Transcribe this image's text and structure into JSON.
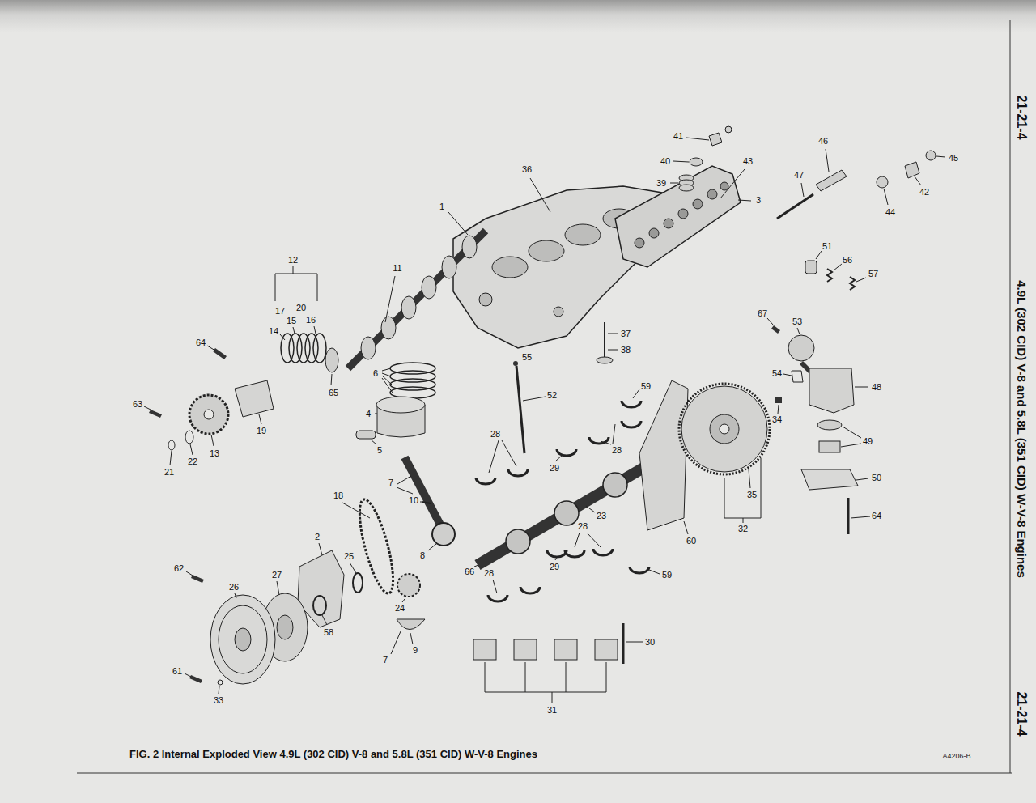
{
  "diagram": {
    "caption": "FIG. 2 Internal Exploded View 4.9L (302 CID) V-8 and 5.8L (351 CID) W-V-8 Engines",
    "labels": [
      "21-21-4",
      "4.9L (302 CID) V-8 and 5.8L (351 CID) W-V-8 Engines",
      "21-21-4",
      "41",
      "40",
      "39",
      "43",
      "3",
      "36",
      "1",
      "46",
      "45",
      "42",
      "47",
      "44",
      "12",
      "11",
      "17",
      "20",
      "15",
      "16",
      "14",
      "51",
      "56",
      "57",
      "67",
      "53",
      "64",
      "65",
      "6",
      "37",
      "38",
      "55",
      "52",
      "59",
      "54",
      "48",
      "34",
      "4",
      "63",
      "19",
      "21",
      "22",
      "13",
      "5",
      "28",
      "28",
      "29",
      "49",
      "50",
      "18",
      "7",
      "10",
      "23",
      "64",
      "32",
      "35",
      "60",
      "2",
      "25",
      "24",
      "8",
      "66",
      "28",
      "29",
      "28",
      "59",
      "62",
      "26",
      "27",
      "58",
      "9",
      "7",
      "30",
      "31",
      "61",
      "33",
      "A4206-B"
    ]
  }
}
